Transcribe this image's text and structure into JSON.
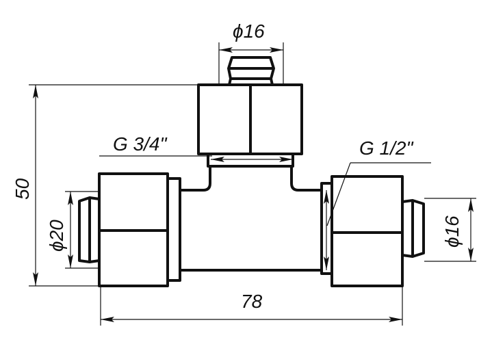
{
  "dimensions": {
    "top_outlet_diameter": "ϕ16",
    "top_thread": "G 3/4\"",
    "side_thread": "G 1/2\"",
    "height": "50",
    "left_outlet_diameter": "ϕ20",
    "right_outlet_diameter": "ϕ16",
    "length": "78"
  }
}
